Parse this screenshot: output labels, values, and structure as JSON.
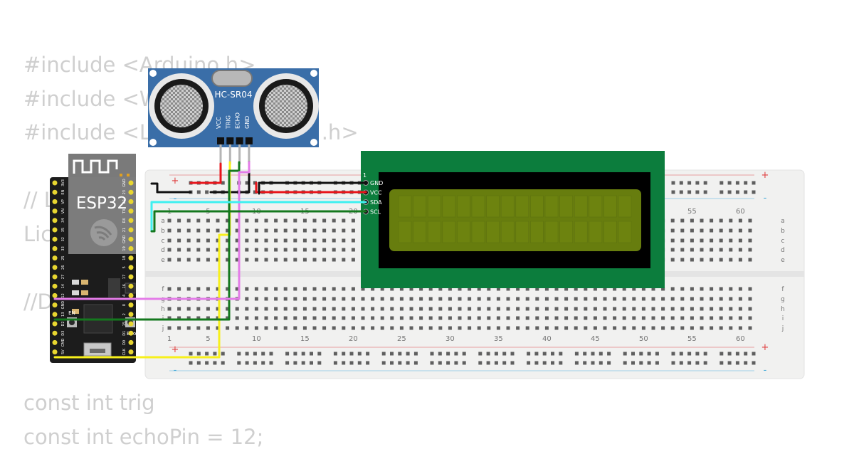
{
  "code_lines": [
    "#include <Arduino.h>",
    "#include <W",
    "#include <L                          .h>",
    "",
    "// L",
    "Lic",
    "",
    "//D",
    "",
    "",
    "const int trig",
    "const int echoPin = 12;"
  ],
  "sensor": {
    "title": "HC-SR04",
    "pins": [
      "VCC",
      "TRIG",
      "ECHO",
      "GND"
    ]
  },
  "esp32": {
    "title": "ESP32",
    "left_pins": [
      "3V3",
      "EN",
      "VP",
      "VN",
      "34",
      "35",
      "32",
      "33",
      "25",
      "26",
      "27",
      "14",
      "12",
      "GND",
      "13",
      "D2",
      "D3",
      "CMD",
      "5V"
    ],
    "right_pins": [
      "GND",
      "23",
      "22",
      "TX",
      "RX",
      "21",
      "GND",
      "19",
      "18",
      "5",
      "17",
      "16",
      "4",
      "0",
      "2",
      "15",
      "D1",
      "D0",
      "CLK"
    ],
    "btn_en": "EN",
    "btn_boot": "Boot"
  },
  "lcd": {
    "pin1": "1",
    "pins": [
      "GND",
      "VCC",
      "SDA",
      "SCL"
    ]
  },
  "breadboard": {
    "col_numbers": [
      "1",
      "5",
      "10",
      "15",
      "20",
      "25",
      "30",
      "35",
      "40",
      "45",
      "50",
      "55",
      "60"
    ],
    "rows_top": [
      "a",
      "b",
      "c",
      "d",
      "e"
    ],
    "rows_bottom": [
      "f",
      "g",
      "h",
      "i",
      "j"
    ],
    "plus": "+",
    "minus": "-"
  },
  "colors": {
    "sensor_board": "#3a6ea8",
    "esp32_board": "#1c1c1c",
    "lcd_pcb": "#0c7d3d",
    "lcd_screen": "#677d0e",
    "breadboard": "#f1f1f0",
    "wire_red": "#e8141a",
    "wire_black": "#111111",
    "wire_cyan": "#3ef0f0",
    "wire_green": "#14781e",
    "wire_yellow": "#f7f01c",
    "wire_pink": "#e47ce8"
  }
}
